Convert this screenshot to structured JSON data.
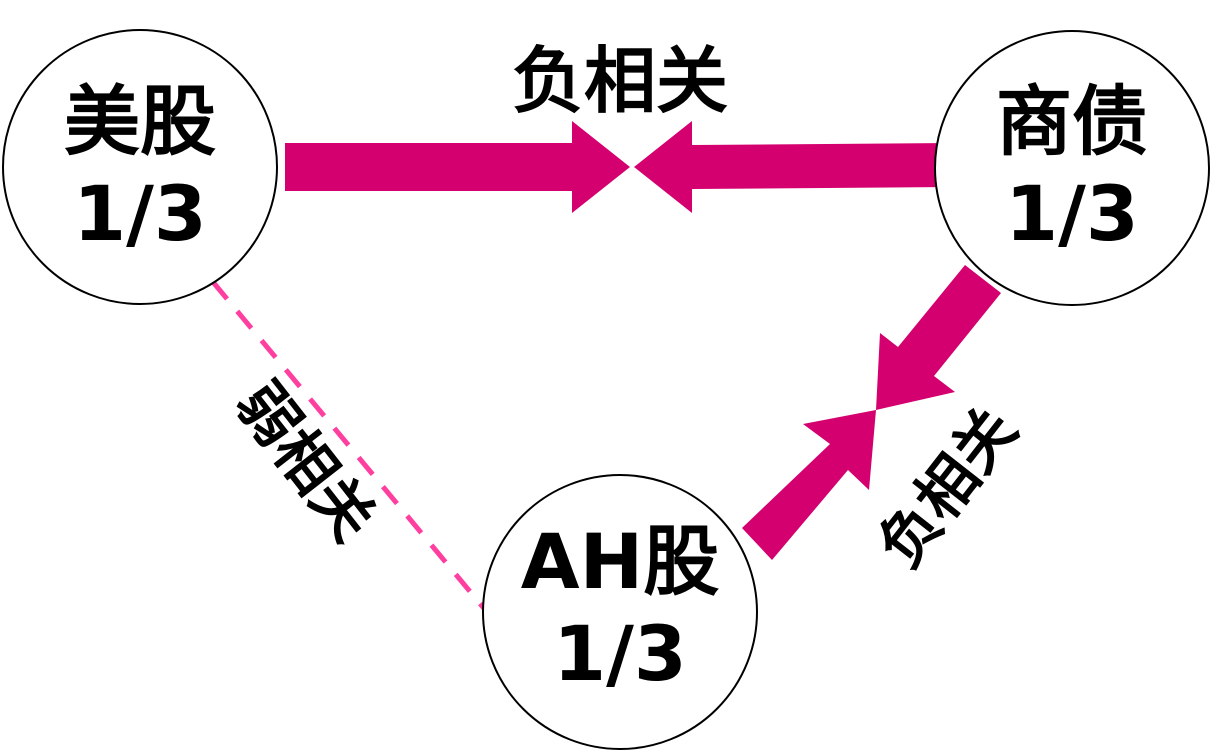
{
  "nodes": {
    "us_stocks": {
      "name": "美股",
      "weight": "1/3"
    },
    "commodity_bonds": {
      "name": "商债",
      "weight": "1/3"
    },
    "ah_stocks": {
      "name": "AH股",
      "weight": "1/3"
    }
  },
  "edges": {
    "us_vs_bonds": {
      "label": "负相关",
      "style": "converging-arrows"
    },
    "bonds_vs_ah": {
      "label": "负相关",
      "style": "converging-arrows"
    },
    "us_vs_ah": {
      "label": "弱相关",
      "style": "dashed-line"
    }
  },
  "colors": {
    "arrow": "#d4006f",
    "dashed_line": "#ff3fa0",
    "circle_stroke": "#000000",
    "text": "#000000"
  }
}
